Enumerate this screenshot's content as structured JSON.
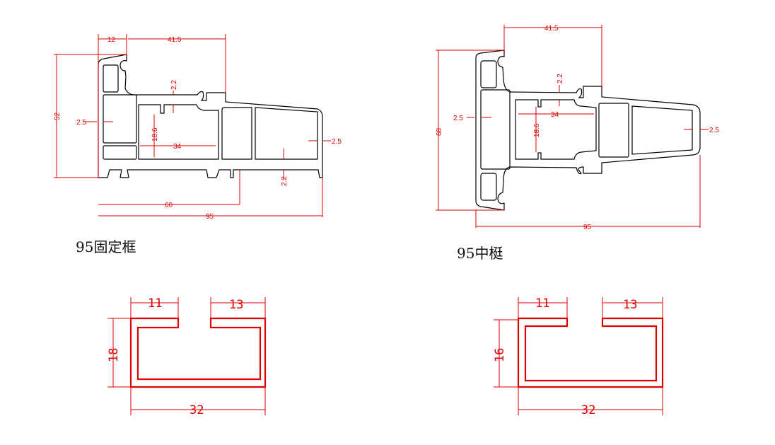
{
  "frame": {
    "caption": "95固定框",
    "dims": {
      "top_left": "12",
      "top_right": "41.5",
      "height": "52",
      "wall_left": "2.5",
      "wall_right": "2.5",
      "inner_top": "2.2",
      "inner_bottom": "2.2",
      "chamber_height": "18.6",
      "chamber_width": "34",
      "width_partial": "60",
      "width_total": "95"
    }
  },
  "mullion": {
    "caption": "95中梃",
    "dims": {
      "top": "41.5",
      "height": "68",
      "wall_left": "2.5",
      "wall_right": "2.5",
      "inner_top": "2.2",
      "chamber_height": "18.6",
      "chamber_width": "34",
      "width_total": "95"
    }
  },
  "channel_left": {
    "dims": {
      "left": "11",
      "right": "13",
      "height": "18",
      "width": "32"
    }
  },
  "channel_right": {
    "dims": {
      "left": "11",
      "right": "13",
      "height": "16",
      "width": "32"
    }
  },
  "colors": {
    "dimension": "#e00000",
    "profile": "#000000"
  }
}
